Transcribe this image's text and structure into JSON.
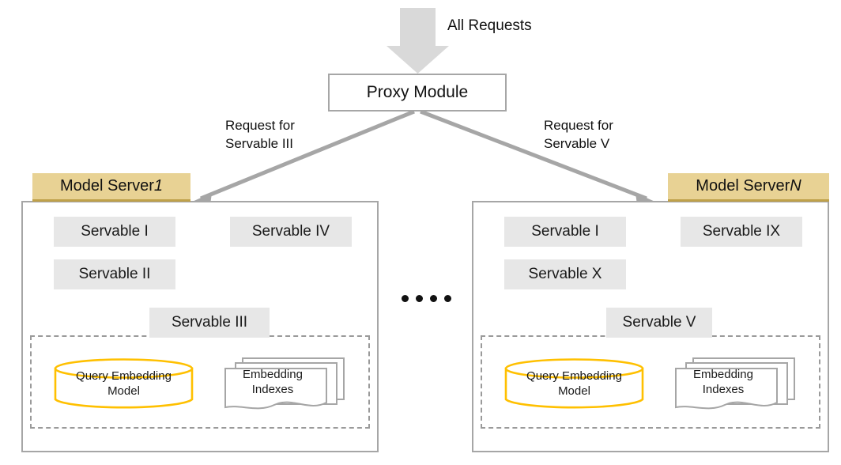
{
  "diagram": {
    "title_note": "All Requests",
    "top_flow_label": "All Requests",
    "proxy": {
      "label": "Proxy Module"
    },
    "routes": [
      {
        "id": "route-left",
        "line1": "Request  for",
        "line2": "Servable III"
      },
      {
        "id": "route-right",
        "line1": "Request  for",
        "line2": "Servable V"
      }
    ],
    "ellipsis": "....",
    "servers": [
      {
        "id": "model-server-1",
        "header_prefix": "Model Server ",
        "header_index": "1",
        "servables": [
          {
            "id": "servable-1",
            "label": "Servable I"
          },
          {
            "id": "servable-2",
            "label": "Servable II"
          },
          {
            "id": "servable-4",
            "label": "Servable IV"
          },
          {
            "id": "servable-3",
            "label": "Servable III"
          }
        ],
        "inner": {
          "model": {
            "line1": "Query Embedding",
            "line2": "Model"
          },
          "indexes": {
            "line1": "Embedding",
            "line2": "Indexes"
          }
        }
      },
      {
        "id": "model-server-n",
        "header_prefix": "Model Server ",
        "header_index": "N",
        "servables": [
          {
            "id": "servable-1",
            "label": "Servable I"
          },
          {
            "id": "servable-10",
            "label": "Servable X"
          },
          {
            "id": "servable-9",
            "label": "Servable IX"
          },
          {
            "id": "servable-5",
            "label": "Servable V"
          }
        ],
        "inner": {
          "model": {
            "line1": "Query Embedding",
            "line2": "Model"
          },
          "indexes": {
            "line1": "Embedding",
            "line2": "Indexes"
          }
        }
      }
    ],
    "colors": {
      "header_fill": "#e8d294",
      "header_underline": "#bfa14a",
      "chip_fill": "#e7e7e7",
      "stroke_gray": "#a6a6a6",
      "arrow_gray": "#a6a6a6",
      "big_arrow_fill": "#d9d9d9",
      "cylinder_stroke": "#ffc000",
      "doc_stroke": "#a6a6a6",
      "text": "#1a1a1a",
      "background": "#ffffff"
    }
  }
}
